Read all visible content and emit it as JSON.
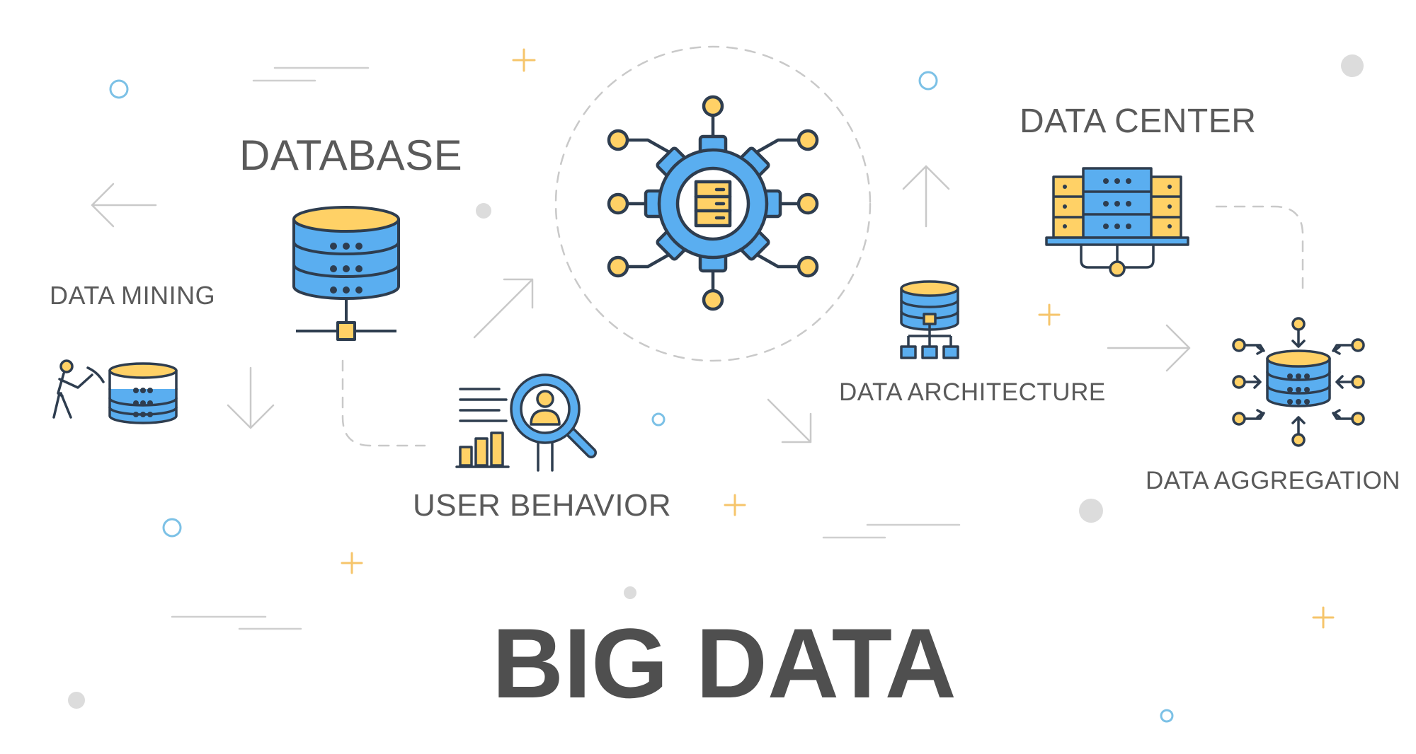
{
  "title": "BIG DATA",
  "labels": {
    "database": "DATABASE",
    "data_mining": "DATA MINING",
    "user_behavior": "USER BEHAVIOR",
    "data_architecture": "DATA ARCHITECTURE",
    "data_center": "DATA CENTER",
    "data_aggregation": "DATA AGGREGATION"
  },
  "colors": {
    "blue": "#5aaef0",
    "orange": "#ffd166",
    "outline": "#2e3d4f",
    "text": "#5a5a5a",
    "title": "#4f4f4f",
    "deco_gray": "#c8c8c8",
    "deco_orange": "#f6c56b",
    "deco_blue": "#7cc1e6"
  },
  "icons": [
    "database-icon",
    "data-mining-icon",
    "big-data-gear-icon",
    "user-behavior-icon",
    "data-architecture-icon",
    "data-center-icon",
    "data-aggregation-icon"
  ]
}
